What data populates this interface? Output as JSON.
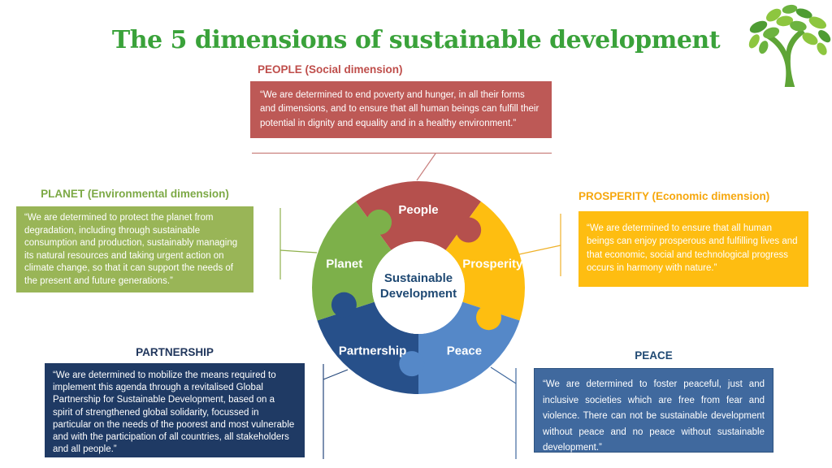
{
  "title": {
    "text": "The 5 dimensions of sustainable development",
    "color": "#3AA23A"
  },
  "logo": {
    "name": "tree-logo"
  },
  "wheel": {
    "center": {
      "lines": [
        "Sustainable",
        "Development"
      ],
      "color": "#1F4973"
    },
    "segments": [
      {
        "label": "People",
        "color": "#B5504D"
      },
      {
        "label": "Prosperity",
        "color": "#FEBE10"
      },
      {
        "label": "Peace",
        "color": "#5588C8"
      },
      {
        "label": "Partnership",
        "color": "#27508A"
      },
      {
        "label": "Planet",
        "color": "#7DB04A"
      }
    ],
    "label_color": "#FFFFFF"
  },
  "sections": {
    "people": {
      "heading": "PEOPLE (Social dimension)",
      "quote": "“We are determined to end poverty and hunger, in all their forms and dimensions, and to ensure that all human beings can fulfill their potential in dignity and equality and in a healthy environment.”",
      "colors": {
        "heading": "#BF4E4B",
        "fill": "#BD5956",
        "line": "#C9807E",
        "text": "#FFFFFF"
      }
    },
    "planet": {
      "heading": "PLANET (Environmental dimension)",
      "quote": "“We are determined to protect the planet from degradation, including through sustainable consumption and production, sustainably managing its natural resources and taking urgent action on climate change, so that it can support the needs of the present and future generations.”",
      "colors": {
        "heading": "#7CA945",
        "fill": "#99B557",
        "line": "#8FB14D",
        "text": "#FFFFFF"
      }
    },
    "prosperity": {
      "heading": "PROSPERITY (Economic dimension)",
      "quote": "“We are determined to ensure that all human beings can enjoy prosperous and fulfilling lives and that economic, social and technological progress occurs in harmony with nature.”",
      "colors": {
        "heading": "#F6A70D",
        "fill": "#FEBD11",
        "line": "#EFB129",
        "text": "#FFFFFF"
      }
    },
    "partnership": {
      "heading": "PARTNERSHIP",
      "quote": "“We are determined to mobilize the means required to implement this agenda through a revitalised Global Partnership for Sustainable Development, based on a spirit of strengthened global solidarity, focussed in particular on the needs of the poorest and most vulnerable and with the participation of all countries, all stakeholders and all people.”",
      "colors": {
        "heading": "#20365C",
        "fill": "#1F3A64",
        "line": "#24477B",
        "text": "#FFFFFF"
      }
    },
    "peace": {
      "heading": "PEACE",
      "quote": "“We are determined to foster peaceful, just and inclusive societies which are free from fear and violence. There can not be sustainable development without peace and no peace without sustainable development.”",
      "colors": {
        "heading": "#1F4973",
        "fill": "#40699E",
        "line": "#40699E",
        "text": "#FFFFFF"
      }
    }
  }
}
